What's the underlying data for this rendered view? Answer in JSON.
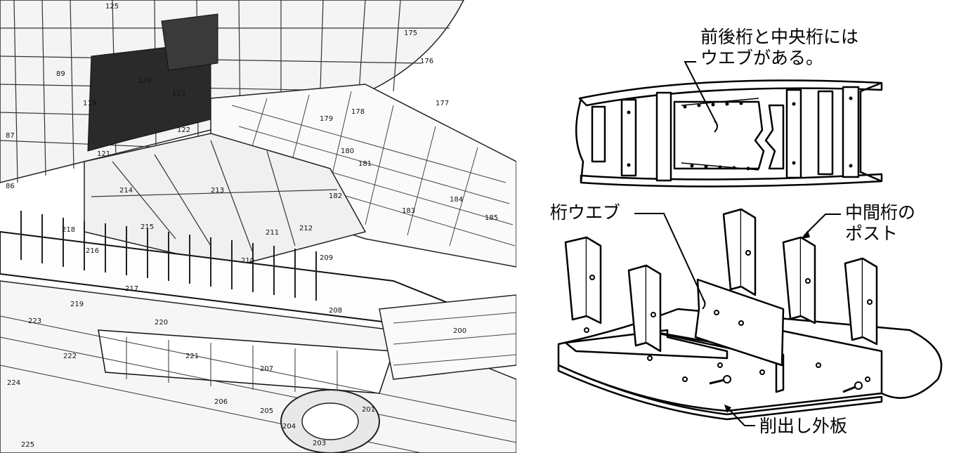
{
  "left_diagram": {
    "part_numbers": [
      "125",
      "175",
      "176",
      "177",
      "178",
      "179",
      "180",
      "181",
      "182",
      "183",
      "184",
      "185",
      "89",
      "87",
      "86",
      "119",
      "120",
      "121",
      "122",
      "123",
      "200",
      "201",
      "203",
      "204",
      "205",
      "206",
      "207",
      "208",
      "209",
      "210",
      "211",
      "212",
      "213",
      "214",
      "215",
      "216",
      "217",
      "218",
      "219",
      "220",
      "221",
      "222",
      "223",
      "224",
      "225"
    ]
  },
  "right_diagram": {
    "callout_spar_web_line1": "前後桁と中央桁には",
    "callout_spar_web_line2": "ウエブがある。",
    "callout_spar_web_label": "桁ウエブ",
    "callout_post_line1": "中間桁の",
    "callout_post_line2": "ポスト",
    "callout_skin": "削出し外板"
  }
}
